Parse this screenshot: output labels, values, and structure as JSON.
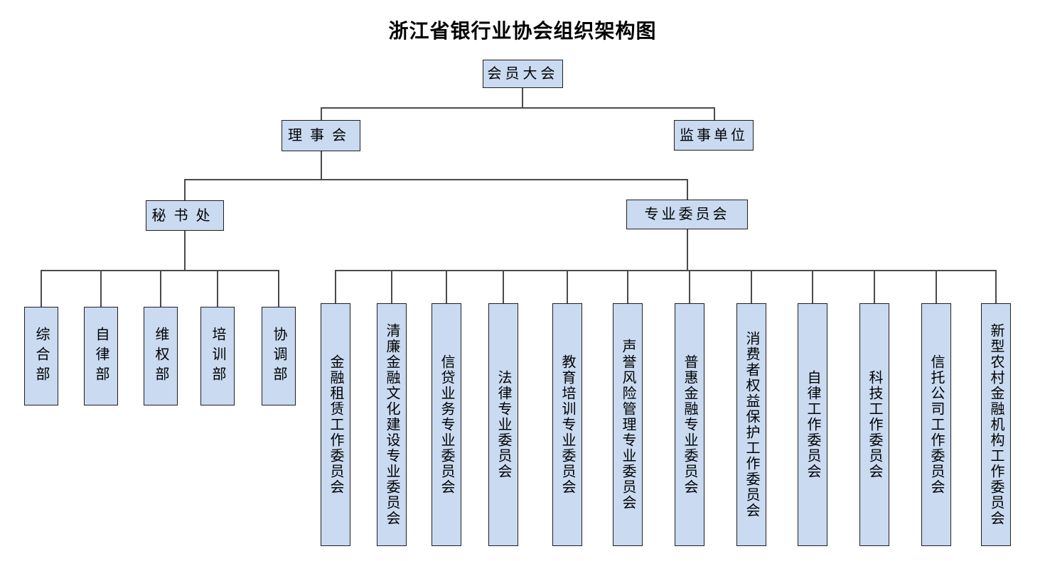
{
  "title": "浙江省银行业协会组织架构图",
  "colors": {
    "box_fill": "#c9daf1",
    "box_border": "#1f1f1f",
    "connector_line": "#4a4a4a",
    "text": "#000000",
    "background": "#ffffff"
  },
  "nodes": {
    "member_assembly": "会员大会",
    "council": "理事会",
    "supervisory_unit": "监事单位",
    "secretariat": "秘书处",
    "professional_committees": "专业委员会"
  },
  "departments": [
    "综合部",
    "自律部",
    "维权部",
    "培训部",
    "协调部"
  ],
  "committees": [
    "金融租赁工作委员会",
    "清廉金融文化建设专业委员会",
    "信贷业务专业委员会",
    "法律专业委员会",
    "教育培训专业委员会",
    "声誉风险管理专业委员会",
    "普惠金融专业委员会",
    "消费者权益保护工作委员会",
    "自律工作委员会",
    "科技工作委员会",
    "信托公司工作委员会",
    "新型农村金融机构工作委员会"
  ]
}
